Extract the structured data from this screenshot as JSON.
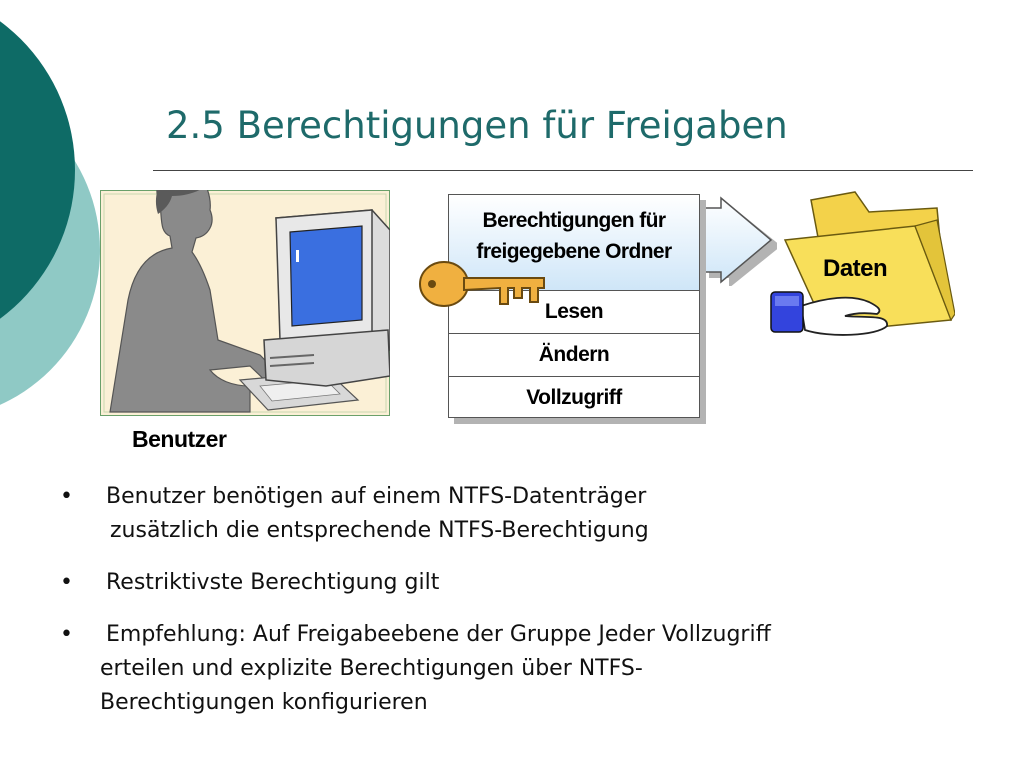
{
  "slide": {
    "title": "2.5 Berechtigungen für Freigaben"
  },
  "diagram": {
    "user_label": "Benutzer",
    "permission_box": {
      "title_line1": "Berechtigungen für",
      "title_line2": "freigegebene Ordner",
      "rows": [
        "Lesen",
        "Ändern",
        "Vollzugriff"
      ]
    },
    "folder_label": "Daten"
  },
  "bullets": [
    {
      "marker": "•",
      "lines": [
        "Benutzer benötigen auf einem NTFS-Datenträger",
        "zusätzlich die entsprechende NTFS-Berechtigung"
      ]
    },
    {
      "marker": "•",
      "lines": [
        "Restriktivste Berechtigung gilt"
      ]
    },
    {
      "marker": "•",
      "lines": [
        "Empfehlung: Auf Freigabeebene der Gruppe Jeder Vollzugriff",
        "erteilen und explizite Berechtigungen über NTFS-",
        "Berechtigungen konfigurieren"
      ]
    }
  ],
  "colors": {
    "title": "#1e6a6a",
    "deco_dark": "#0e6b66",
    "deco_light": "#8fc9c5",
    "panel_bg": "#fbf0d6",
    "header_gradient_bottom": "#cfe6f8",
    "key": "#f0b040",
    "folder": "#f8df5a"
  }
}
